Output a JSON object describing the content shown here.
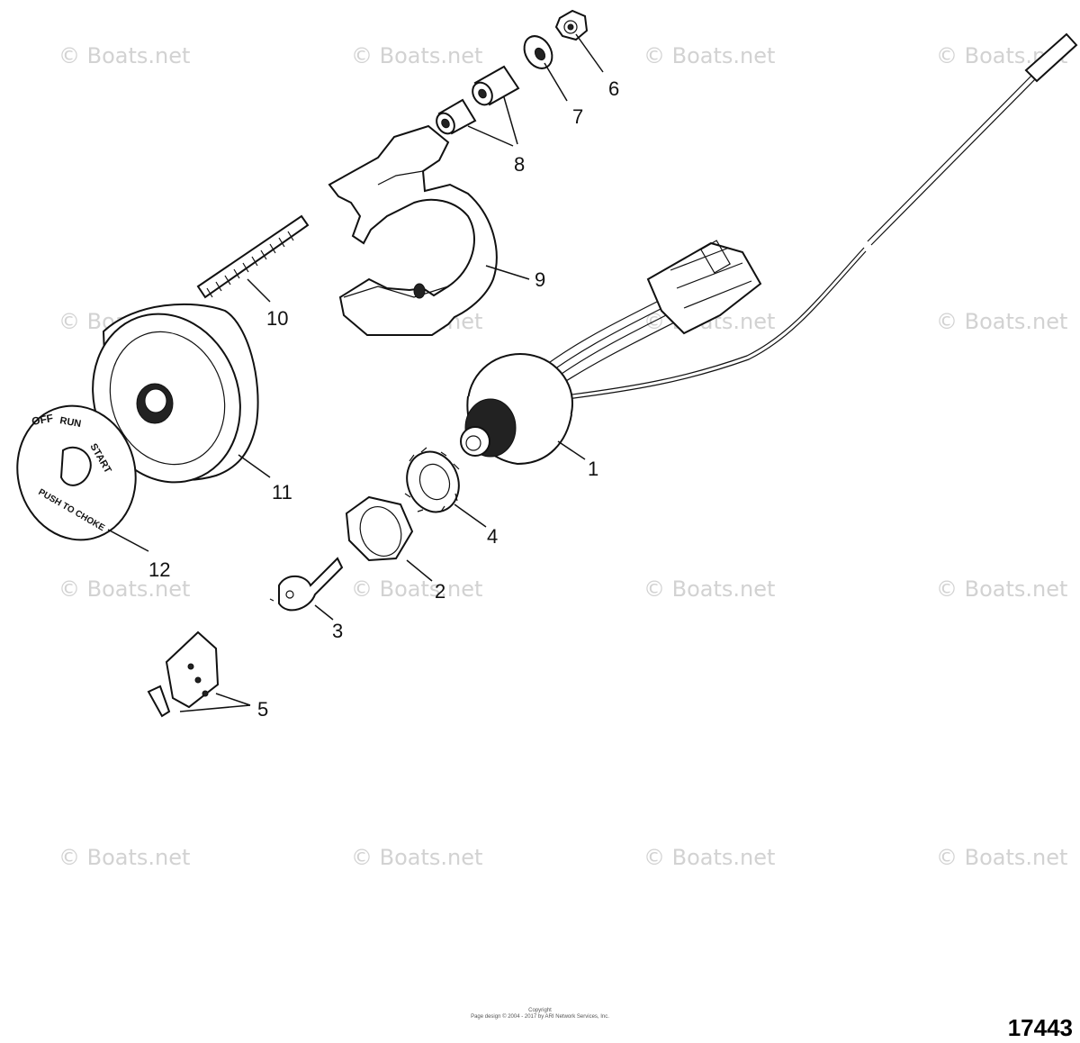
{
  "watermark": {
    "text": "© Boats.net"
  },
  "callouts": {
    "c1": "1",
    "c2": "2",
    "c3": "3",
    "c4": "4",
    "c5": "5",
    "c6": "6",
    "c7": "7",
    "c8": "8",
    "c9": "9",
    "c10": "10",
    "c11": "11",
    "c12": "12"
  },
  "label_plate": {
    "off": "OFF",
    "run": "RUN",
    "start": "START",
    "push_to_choke": "PUSH TO CHOKE"
  },
  "footer": {
    "copyright_line1": "Copyright",
    "copyright_line2": "Page design © 2004 - 2017 by ARI Network Services, Inc.",
    "figure_number": "17443"
  }
}
